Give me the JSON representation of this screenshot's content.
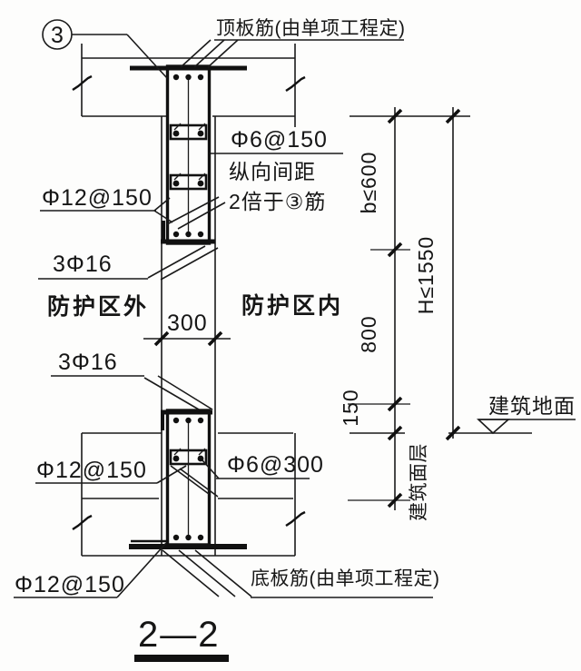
{
  "drawing": {
    "section_title": "2—2",
    "callout": "3",
    "annotations": {
      "top_slab": "顶板筋(由单项工程定)",
      "hoop_upper": "Φ6@150",
      "spacing_note_1": "纵向间距",
      "spacing_note_2": "2倍于③筋",
      "vert_bar_upper": "Φ12@150",
      "dowel_upper": "3Φ16",
      "zone_left": "防护区外",
      "zone_right": "防护区内",
      "wall_width": "300",
      "dowel_lower": "3Φ16",
      "vert_bar_lower": "Φ12@150",
      "hoop_lower": "Φ6@300",
      "slab_bar_lower": "Φ12@150",
      "bottom_slab": "底板筋(由单项工程定)",
      "ground": "建筑地面"
    },
    "dimensions": {
      "b": "b≤600",
      "h": "H≤1550",
      "d800": "800",
      "d150": "150",
      "floor_finish": "建筑面层"
    }
  }
}
